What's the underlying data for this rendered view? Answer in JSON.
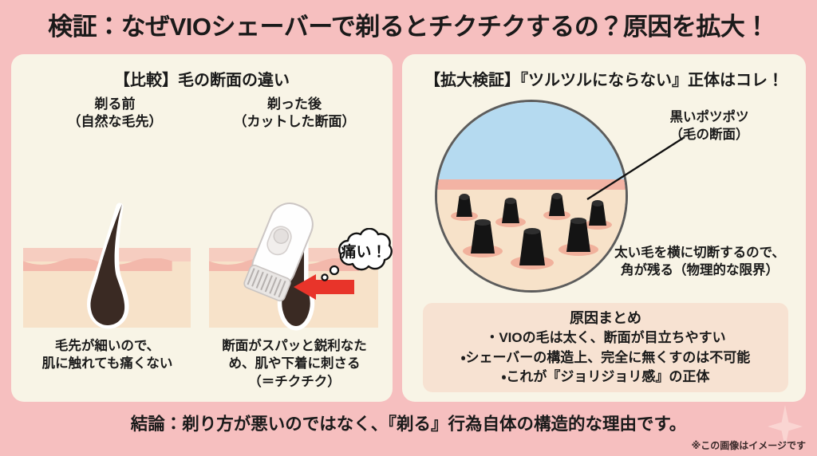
{
  "title": "検証：なぜVIOシェーバーで剃るとチクチクするの？原因を拡大！",
  "colors": {
    "background_pink": "#f6bfbf",
    "card_cream": "#f8f4e6",
    "summary_peach": "#f7e2d2",
    "skin_derm": "#f7e2c9",
    "skin_epidermis": "#f6cdc0",
    "magnifier_sky": "#b5daf0",
    "hair_black": "#2b211d",
    "arrow_red": "#e8342a",
    "text_dark": "#1a1a1a"
  },
  "left_panel": {
    "heading": "【比較】毛の断面の違い",
    "before": {
      "label_line1": "剃る前",
      "label_line2": "（自然な毛先）",
      "caption_line1": "毛先が細いので、",
      "caption_line2": "肌に触れても痛くない"
    },
    "after": {
      "label_line1": "剃った後",
      "label_line2": "（カットした断面）",
      "bubble_text": "痛い！",
      "caption_line1": "断面がスパッと鋭利なた",
      "caption_line2": "め、肌や下着に刺さる",
      "caption_line3": "（＝チクチク）"
    }
  },
  "right_panel": {
    "heading": "【拡大検証】『ツルツルにならない』正体はコレ！",
    "callout_line1": "黒いポツポツ",
    "callout_line2": "（毛の断面）",
    "note_line1": "太い毛を横に切断するので、",
    "note_line2": "角が残る（物理的な限界）",
    "summary": {
      "title": "原因まとめ",
      "items": [
        "・VIOの毛は太く、断面が目立ちやすい",
        "・シェーバーの構造上、完全に無くすのは不可能",
        "・これが『ジョリジョリ感』の正体"
      ]
    }
  },
  "footer": {
    "conclusion": "結論：剃り方が悪いのではなく、『剃る』行為自体の構造的な理由です。",
    "disclaimer": "※この画像はイメージです"
  }
}
